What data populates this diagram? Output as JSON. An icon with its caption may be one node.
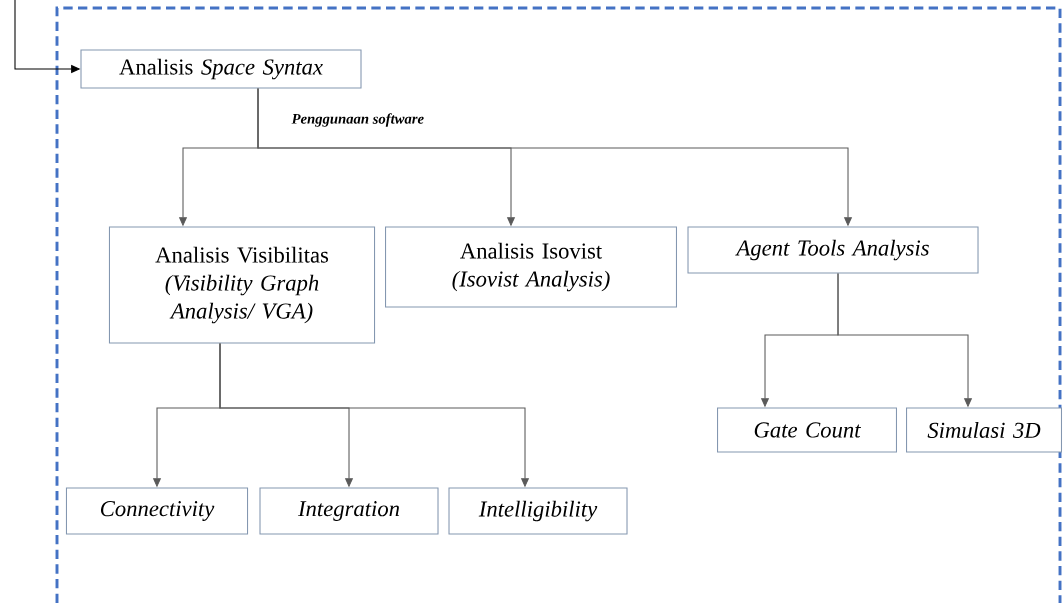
{
  "diagram": {
    "nodes": [
      {
        "text": [
          "Analisis *Space Syntax*"
        ]
      },
      {
        "text": [
          "Analisis Visibilitas",
          "(Visibility Graph Analysis/ VGA)"
        ]
      },
      {
        "text": [
          "Analisis Isovist",
          "(Isovist Analysis)"
        ]
      },
      {
        "text": [
          "Agent Tools Analysis"
        ]
      },
      {
        "text": [
          "Connectivity"
        ]
      },
      {
        "text": [
          "Integration"
        ]
      },
      {
        "text": [
          "Intelligibility"
        ]
      },
      {
        "text": [
          "Gate Count"
        ]
      },
      {
        "text": [
          "Simulasi 3D"
        ]
      }
    ],
    "edges": [
      {
        "from": null,
        "to": 0,
        "arrow": "to",
        "color": "#000000"
      },
      {
        "from": 0,
        "to": 1,
        "arrow": "to"
      },
      {
        "from": 0,
        "to": 2,
        "arrow": "to"
      },
      {
        "from": 0,
        "to": 3,
        "arrow": "to"
      },
      {
        "from": 1,
        "to": 4,
        "arrow": "to"
      },
      {
        "from": 1,
        "to": 5,
        "arrow": "to"
      },
      {
        "from": 1,
        "to": 6,
        "arrow": "to"
      },
      {
        "from": 3,
        "to": 7,
        "arrow": "to"
      },
      {
        "from": 3,
        "to": 8,
        "arrow": "to"
      }
    ],
    "labels": [
      "Penggunaan software"
    ]
  }
}
